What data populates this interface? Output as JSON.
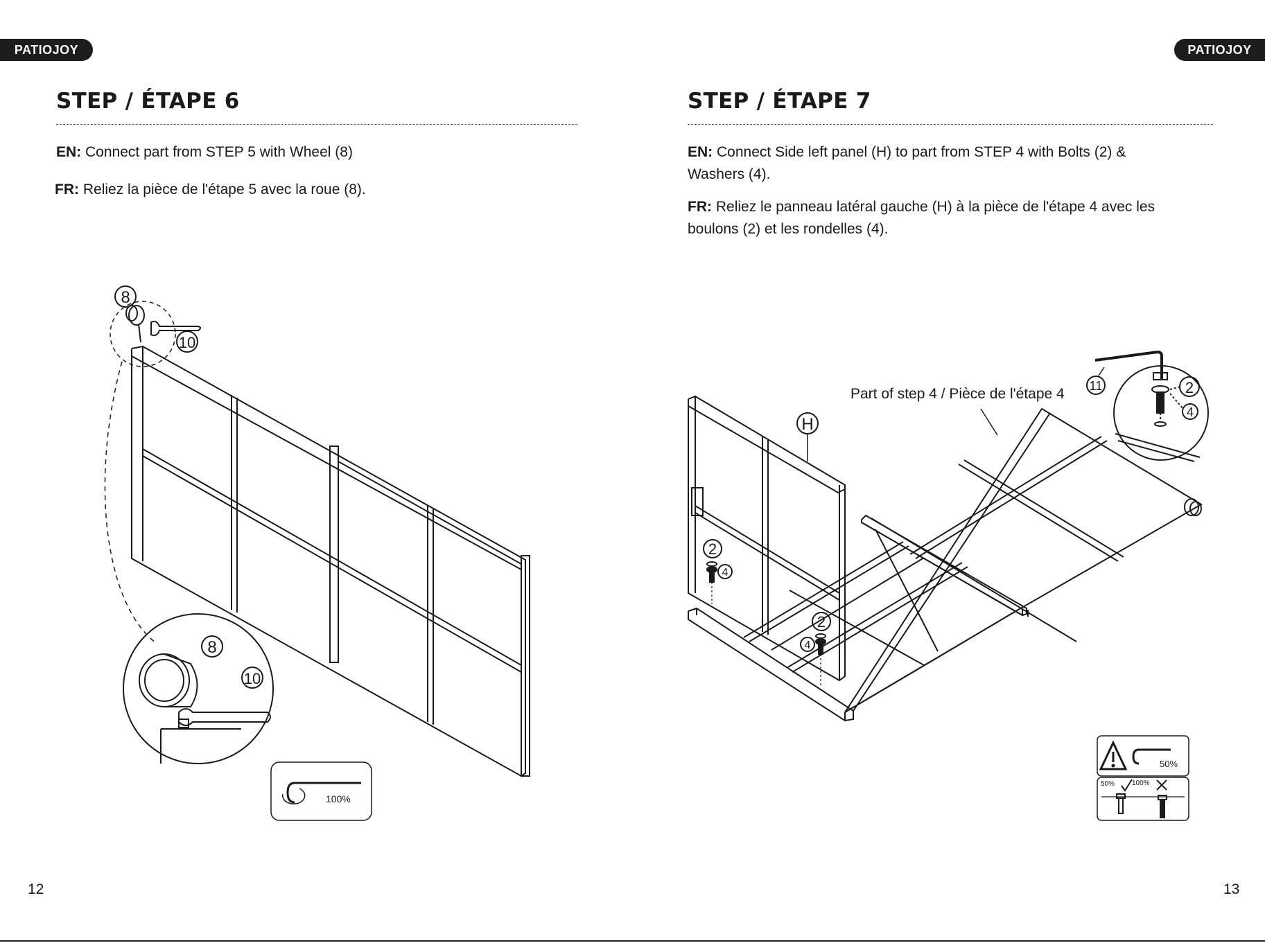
{
  "brand": "PATIOJOY",
  "left_page": {
    "title": "STEP / ÉTAPE 6",
    "en_label": "EN:",
    "en_text": "Connect part from STEP 5 with Wheel (8)",
    "fr_label": "FR:",
    "fr_text": "Reliez la pièce de l'étape 5 avec la roue (8).",
    "callouts": [
      "8",
      "10",
      "8",
      "10"
    ],
    "tool_percent": "100%",
    "page_number": "12"
  },
  "right_page": {
    "title": "STEP / ÉTAPE 7",
    "en_label": "EN:",
    "en_line1": "Connect Side left panel (H) to part from STEP 4 with Bolts (2) &",
    "en_line2": "Washers (4).",
    "fr_label": "FR:",
    "fr_line1": "Reliez le panneau latéral gauche (H) à la pièce de l'étape 4 avec les",
    "fr_line2": "boulons (2) et les rondelles (4).",
    "part_label": "Part of step 4 / Pièce de l'étape 4",
    "callout_h": "H",
    "callouts": [
      "11",
      "2",
      "4",
      "2",
      "4",
      "2",
      "4"
    ],
    "tool_percent": "50%",
    "tighten_50": "50%",
    "tighten_100": "100%",
    "page_number": "13"
  }
}
